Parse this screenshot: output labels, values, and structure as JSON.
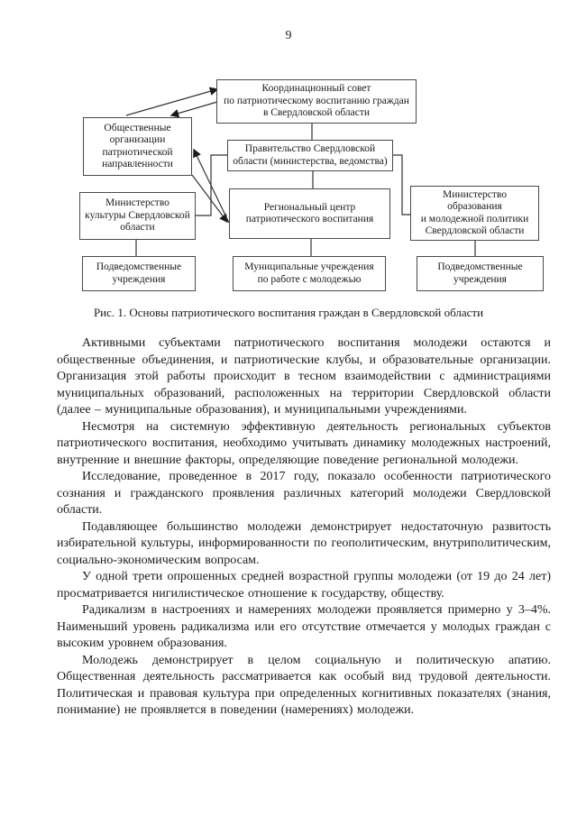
{
  "colors": {
    "background": "#ffffff",
    "text": "#1a1a1a",
    "box_border": "#4a4a4a",
    "connector": "#333333"
  },
  "page": {
    "number": "9"
  },
  "figure": {
    "caption": "Рис. 1. Основы патриотического воспитания граждан в Свердловской области",
    "nodes": {
      "coordination_council": "Координационный совет\nпо патриотическому воспитанию граждан\nв Свердловской области",
      "public_organizations": "Общественные\nорганизации\nпатриотической\nнаправленности",
      "government": "Правительство Свердловской\nобласти (министерства, ведомства)",
      "culture_ministry": "Министерство\nкультуры Свердловской\nобласти",
      "regional_center": "Региональный центр\nпатриотического воспитания",
      "education_ministry": "Министерство\nобразования\nи молодежной политики\nСвердловской области",
      "subordinate_left": "Подведомственные\nучреждения",
      "municipal_institutions": "Муниципальные учреждения\nпо работе с молодежью",
      "subordinate_right": "Подведомственные\nучреждения"
    }
  },
  "paragraphs": [
    "Активными субъектами патриотического воспитания молодежи остаются и общественные объединения, и патриотические клубы, и образовательные организации. Организация этой работы происходит в тесном взаимодействии с администрациями муниципальных образований, расположенных на территории Свердловской области (далее – муниципальные образования), и муниципальными учреждениями.",
    "Несмотря на системную эффективную деятельность региональных субъектов патриотического воспитания, необходимо учитывать динамику молодежных настроений, внутренние и внешние факторы, определяющие поведение региональной молодежи.",
    "Исследование, проведенное в 2017 году, показало особенности патриотического сознания и гражданского проявления различных категорий молодежи Свердловской области.",
    "Подавляющее большинство молодежи демонстрирует недостаточную развитость избирательной культуры, информированности по геополитическим, внутриполитическим, социально-экономическим вопросам.",
    "У одной трети опрошенных средней возрастной группы молодежи (от 19 до 24 лет) просматривается нигилистическое отношение к государству, обществу.",
    "Радикализм в настроениях и намерениях молодежи проявляется примерно у 3–4%. Наименьший уровень радикализма или его отсутствие отмечается у молодых граждан с высоким уровнем образования.",
    "Молодежь демонстрирует в целом социальную и политическую апатию. Общественная деятельность рассматривается как особый вид трудовой деятельности. Политическая и правовая культура при определенных когнитивных показателях (знания, понимание) не проявляется в поведении (намерениях) молодежи."
  ]
}
